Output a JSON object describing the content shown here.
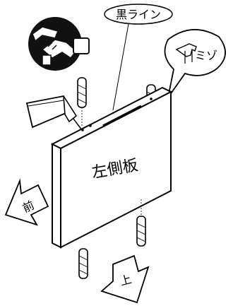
{
  "labels": {
    "black_line": "黒ライン",
    "groove": "ミゾ",
    "panel": "左側板",
    "front": "前",
    "top": "上"
  },
  "icons": {
    "handshake": "handshake-icon",
    "glue": "glue-bottle-icon",
    "dowel": "wooden-dowel-icon"
  },
  "colors": {
    "line": "#000000",
    "fill": "#ffffff",
    "badge": "#111111"
  }
}
